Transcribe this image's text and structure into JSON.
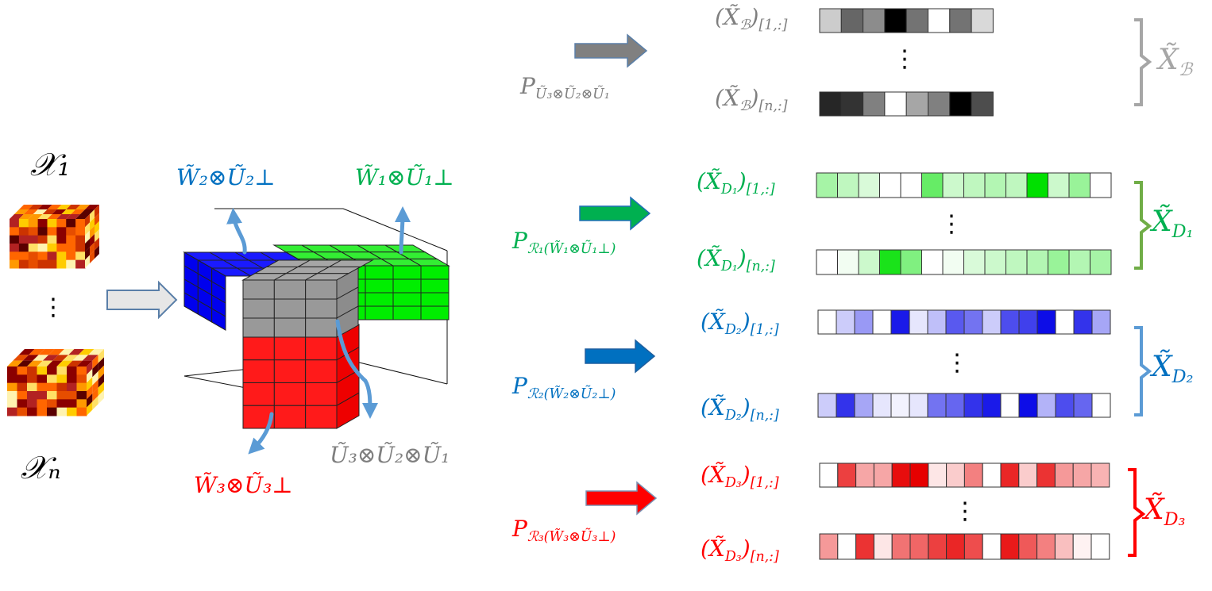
{
  "inputs": {
    "first_label": "𝒳₁",
    "last_label": "𝒳ₙ",
    "ellipsis": "⋮"
  },
  "cube_labels": {
    "blue": "W̃₂⊗Ũ₂⊥",
    "green": "W̃₁⊗Ũ₁⊥",
    "gray": "Ũ₃⊗Ũ₂⊗Ũ₁",
    "red": "W̃₃⊗Ũ₃⊥"
  },
  "projections": {
    "basis": "P",
    "basis_sub": "Ũ₃⊗Ũ₂⊗Ũ₁",
    "d1": "P",
    "d1_sub": "ℛ₁(W̃₁⊗Ũ₁⊥)",
    "d2": "P",
    "d2_sub": "ℛ₂(W̃₂⊗Ũ₂⊥)",
    "d3": "P",
    "d3_sub": "ℛ₃(W̃₃⊗Ũ₃⊥)"
  },
  "rows": {
    "b_first": "(X̃",
    "b_sub": "ℬ",
    "b_first_idx": "[1,:]",
    "b_last_idx": "[n,:]",
    "d_first_idx": "[1,:]",
    "d_last_idx": "[n,:]",
    "d1_sub": "D₁",
    "d2_sub": "D₂",
    "d3_sub": "D₃"
  },
  "braces": {
    "b": "X̃",
    "b_sub": "ℬ",
    "d1": "X̃",
    "d1_sub": "D₁",
    "d2": "X̃",
    "d2_sub": "D₂",
    "d3": "X̃",
    "d3_sub": "D₃"
  },
  "colors": {
    "gray": "#7f7f7f",
    "green": "#00b050",
    "blue": "#0070c0",
    "red": "#ff0000",
    "arrow_light": "#5b9bd5",
    "brace_gray": "#a6a6a6",
    "brace_green": "#70ad47",
    "brace_blue": "#5b9bd5"
  },
  "strips": {
    "b_first": [
      0.2,
      0.6,
      0.45,
      1.0,
      0.55,
      0.0,
      0.55,
      0.15
    ],
    "b_last": [
      0.85,
      0.8,
      0.5,
      0.0,
      0.35,
      0.5,
      1.0,
      0.7
    ],
    "d1_first": [
      0.35,
      0.25,
      0.15,
      0.0,
      0.0,
      0.6,
      0.2,
      0.25,
      0.3,
      0.25,
      1.0,
      0.2,
      0.4,
      0.0
    ],
    "d1_last": [
      0.0,
      0.05,
      0.2,
      0.9,
      0.5,
      0.0,
      0.05,
      0.15,
      0.2,
      0.25,
      0.3,
      0.4,
      0.3,
      0.35
    ],
    "d2_first": [
      0.0,
      0.2,
      0.4,
      0.0,
      0.9,
      0.1,
      0.25,
      0.65,
      0.55,
      0.2,
      0.7,
      0.75,
      0.95,
      0.0,
      0.8,
      0.35
    ],
    "d2_last": [
      0.2,
      0.8,
      0.35,
      0.1,
      0.05,
      0.1,
      0.55,
      0.6,
      0.8,
      0.9,
      0.0,
      0.95,
      0.3,
      0.7,
      0.6,
      0.0
    ],
    "d3_first": [
      0.0,
      0.75,
      0.35,
      0.35,
      0.95,
      1.0,
      0.1,
      0.2,
      0.5,
      0.0,
      0.85,
      0.2,
      0.8,
      0.4,
      0.35,
      0.3
    ],
    "d3_last": [
      0.4,
      0.0,
      0.8,
      0.1,
      0.55,
      0.6,
      0.75,
      0.85,
      0.7,
      0.0,
      0.9,
      0.65,
      0.5,
      0.25,
      0.05,
      0.0
    ]
  }
}
